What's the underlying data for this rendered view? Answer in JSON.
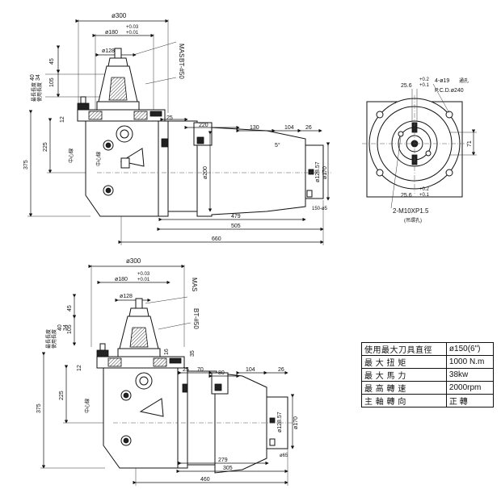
{
  "top_view": {
    "dims": {
      "d300": "ø300",
      "d180": "ø180",
      "d180_tol_upper": "+0.03",
      "d180_tol_lower": "+0.01",
      "d128": "ø128",
      "mas": "MAS",
      "bt50": "BT-#50",
      "v45": "45",
      "v105": "105",
      "v40": "40",
      "v34": "34",
      "v12": "12",
      "v225": "225",
      "v375": "375",
      "h25": "25",
      "h220": "220",
      "h130": "130",
      "h104": "104",
      "h26": "26",
      "d200": "ø200",
      "d128_57": "ø128.57",
      "d170": "ø170",
      "a5": "5°",
      "d150_05": "150-ø5",
      "h479": "479",
      "h505": "505",
      "h660": "660",
      "label_40": "最長長度",
      "label_34": "使用長度",
      "label_center": "中心線"
    }
  },
  "side_view": {
    "bolts": "4-ø19",
    "bolts_suffix": "通孔",
    "pcd": "P.C.D.ø240",
    "w25_6_top": "25.6",
    "w25_6_bottom": "25.6",
    "tol_plus": "+0.2",
    "tol_base": "+0.1",
    "v71": "71",
    "tap": "2-M10XP1.5",
    "tap_note": "(吊環孔)"
  },
  "bottom_view": {
    "dims": {
      "d300": "ø300",
      "d180": "ø180",
      "d180_tol_upper": "+0.03",
      "d180_tol_lower": "+0.01",
      "d128": "ø128",
      "mas": "MAS",
      "bt50": "BT-#50",
      "v45": "45",
      "v105": "105",
      "v40": "40",
      "v34": "34",
      "v12": "12",
      "v225": "225",
      "v375": "375",
      "v16": "16",
      "v35": "35",
      "h25": "25",
      "h70": "70",
      "h80": "80",
      "h104": "104",
      "h26": "26",
      "d128_57": "ø128.57",
      "d170": "ø170",
      "d65": "ø65",
      "h279": "279",
      "h305": "305",
      "h460": "460",
      "label_40": "最長長度",
      "label_34": "使用長度",
      "label_center": "中心線"
    }
  },
  "spec_table": {
    "rows": [
      {
        "label": "使用最大刀具直徑",
        "value": "ø150(6\")"
      },
      {
        "label": "最 大 扭 矩",
        "value": "1000 N.m"
      },
      {
        "label": "最 大 馬 力",
        "value": "38kw"
      },
      {
        "label": "最 高 轉 速",
        "value": "2000rpm"
      },
      {
        "label": "主 軸 轉 向",
        "value": "正 轉"
      }
    ]
  }
}
